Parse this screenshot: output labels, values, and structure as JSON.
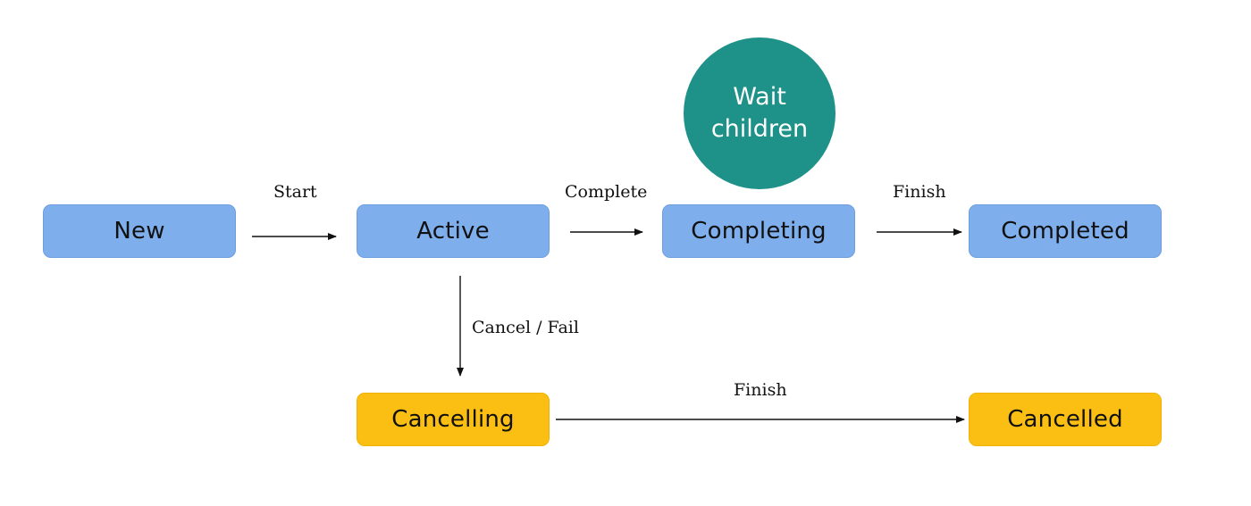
{
  "states": {
    "new": "New",
    "active": "Active",
    "completing": "Completing",
    "completed": "Completed",
    "cancelling": "Cancelling",
    "cancelled": "Cancelled"
  },
  "wait_node": {
    "label": "Wait\nchildren"
  },
  "transitions": {
    "start": "Start",
    "complete": "Complete",
    "finish_completed": "Finish",
    "cancel_fail": "Cancel / Fail",
    "finish_cancelled": "Finish"
  },
  "colors": {
    "running_state": "#7eaeeb",
    "cancel_state": "#fbbf14",
    "wait_node": "#1e9189",
    "arrow": "#111111"
  }
}
